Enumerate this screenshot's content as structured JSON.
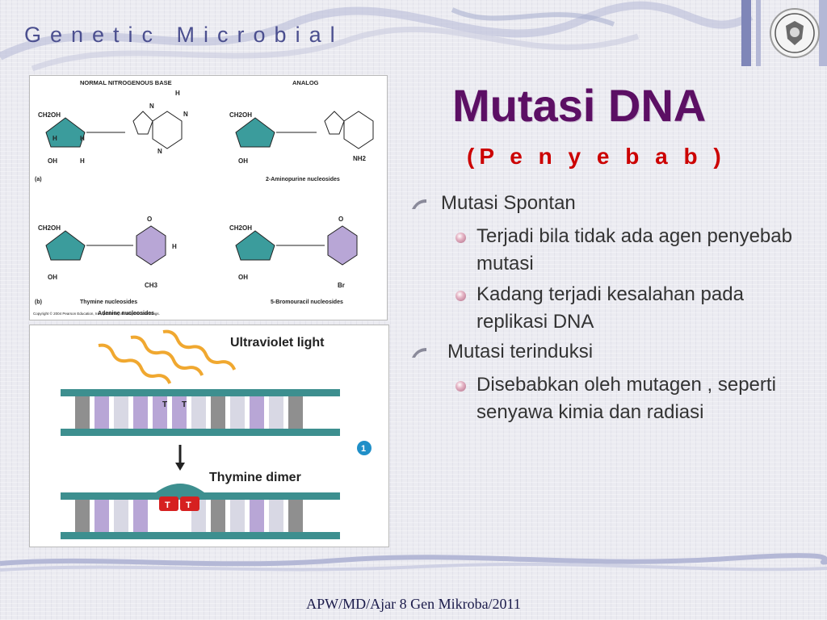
{
  "slide": {
    "header_title": "Genetic Microbial",
    "title": "Mutasi DNA",
    "subtitle": "(P e n y e b a b )",
    "footer": "APW/MD/Ajar 8 Gen Mikroba/2011"
  },
  "bullets": [
    {
      "label": "Mutasi Spontan",
      "sub": [
        "Terjadi bila tidak ada agen penyebab mutasi",
        "Kadang terjadi kesalahan pada replikasi DNA"
      ]
    },
    {
      "label": "Mutasi terinduksi",
      "sub": [
        "Disebabkan oleh mutagen , seperti  senyawa kimia dan radiasi"
      ]
    }
  ],
  "figure_top": {
    "col1_header": "NORMAL NITROGENOUS BASE",
    "col2_header": "ANALOG",
    "label_a": "(a)",
    "label_b": "(b)",
    "sugar_top": "CH2OH",
    "oh": "OH",
    "h": "H",
    "n": "N",
    "o": "O",
    "nh2": "NH2",
    "ch3": "CH3",
    "br": "Br",
    "caption_a1": "Adenine nucleosides",
    "caption_a2": "2-Aminopurine nucleosides",
    "caption_b1": "Thymine nucleosides",
    "caption_b2": "5-Bromouracil nucleosides",
    "copyright": "Copyright © 2004 Pearson Education, Inc., publishing as Benjamin Cummings."
  },
  "figure_bottom": {
    "uv_label": "Ultraviolet light",
    "dimer_label": "Thymine dimer",
    "base_t": "T",
    "step": "1"
  },
  "colors": {
    "title": "#5c0f64",
    "subtitle": "#cc0000",
    "header": "#4b4f8f",
    "sugar": "#3b9c9c",
    "pyrimidine": "#b8a6d6",
    "dna_backbone": "#3d8f8f"
  }
}
